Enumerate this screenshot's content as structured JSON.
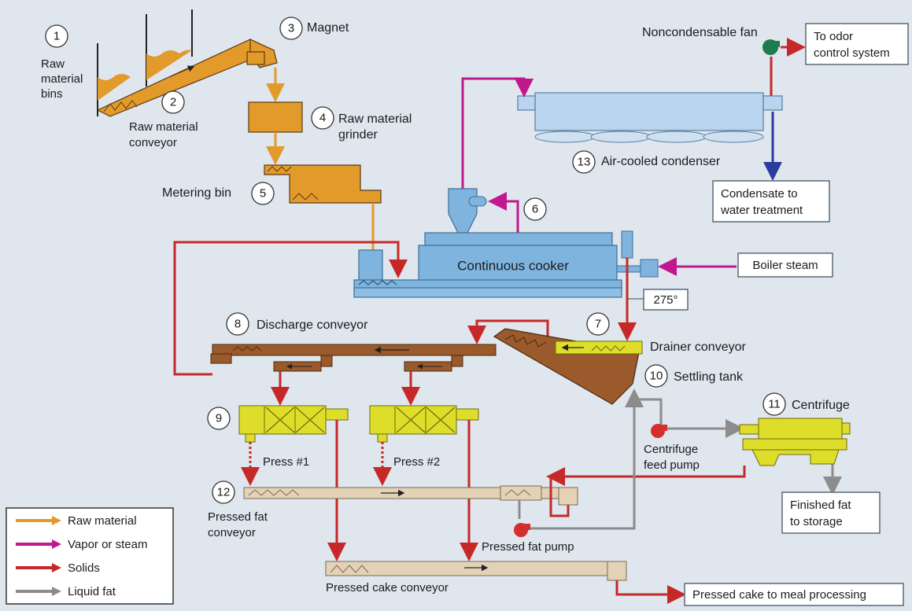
{
  "colors": {
    "background": "#dfe6ee",
    "raw_material": "#e29a2b",
    "vapor_steam": "#c2188f",
    "solids": "#c62828",
    "liquid_fat": "#8c8c8c",
    "condensate": "#2b3c9e",
    "cooker": "#7fb4df",
    "conveyor_brown": "#9a5a2b",
    "press_yellow": "#dede2a",
    "pressed_tan": "#e4d2b6",
    "pump_red": "#d32f2f",
    "fan_green": "#1f7a4f"
  },
  "numbers": [
    "1",
    "2",
    "3",
    "4",
    "5",
    "6",
    "7",
    "8",
    "9",
    "10",
    "11",
    "12",
    "13"
  ],
  "labels": {
    "raw_bins": [
      "Raw",
      "material",
      "bins"
    ],
    "raw_conveyor": [
      "Raw material",
      "conveyor"
    ],
    "magnet": "Magnet",
    "grinder": [
      "Raw material",
      "grinder"
    ],
    "metering_bin": "Metering bin",
    "cooker": "Continuous cooker",
    "condenser": "Air-cooled condenser",
    "noncondensable_fan": "Noncondensable fan",
    "discharge_conveyor": "Discharge conveyor",
    "drainer_conveyor": "Drainer conveyor",
    "settling_tank": "Settling tank",
    "centrifuge": "Centrifuge",
    "centrifuge_pump": [
      "Centrifuge",
      "feed pump"
    ],
    "press1": "Press #1",
    "press2": "Press #2",
    "pressed_fat_conveyor": [
      "Pressed fat",
      "conveyor"
    ],
    "pressed_fat_pump": "Pressed fat pump",
    "pressed_cake_conveyor": "Pressed cake conveyor",
    "temperature": "275°"
  },
  "boxes": {
    "odor": [
      "To odor",
      "control system"
    ],
    "condensate": [
      "Condensate to",
      "water treatment"
    ],
    "boiler": "Boiler steam",
    "finished_fat": [
      "Finished fat",
      "to storage"
    ],
    "meal": "Pressed cake to meal processing"
  },
  "legend": [
    {
      "label": "Raw material",
      "color": "#e29a2b"
    },
    {
      "label": "Vapor or steam",
      "color": "#c2188f"
    },
    {
      "label": "Solids",
      "color": "#c62828"
    },
    {
      "label": "Liquid fat",
      "color": "#8c8c8c"
    }
  ]
}
